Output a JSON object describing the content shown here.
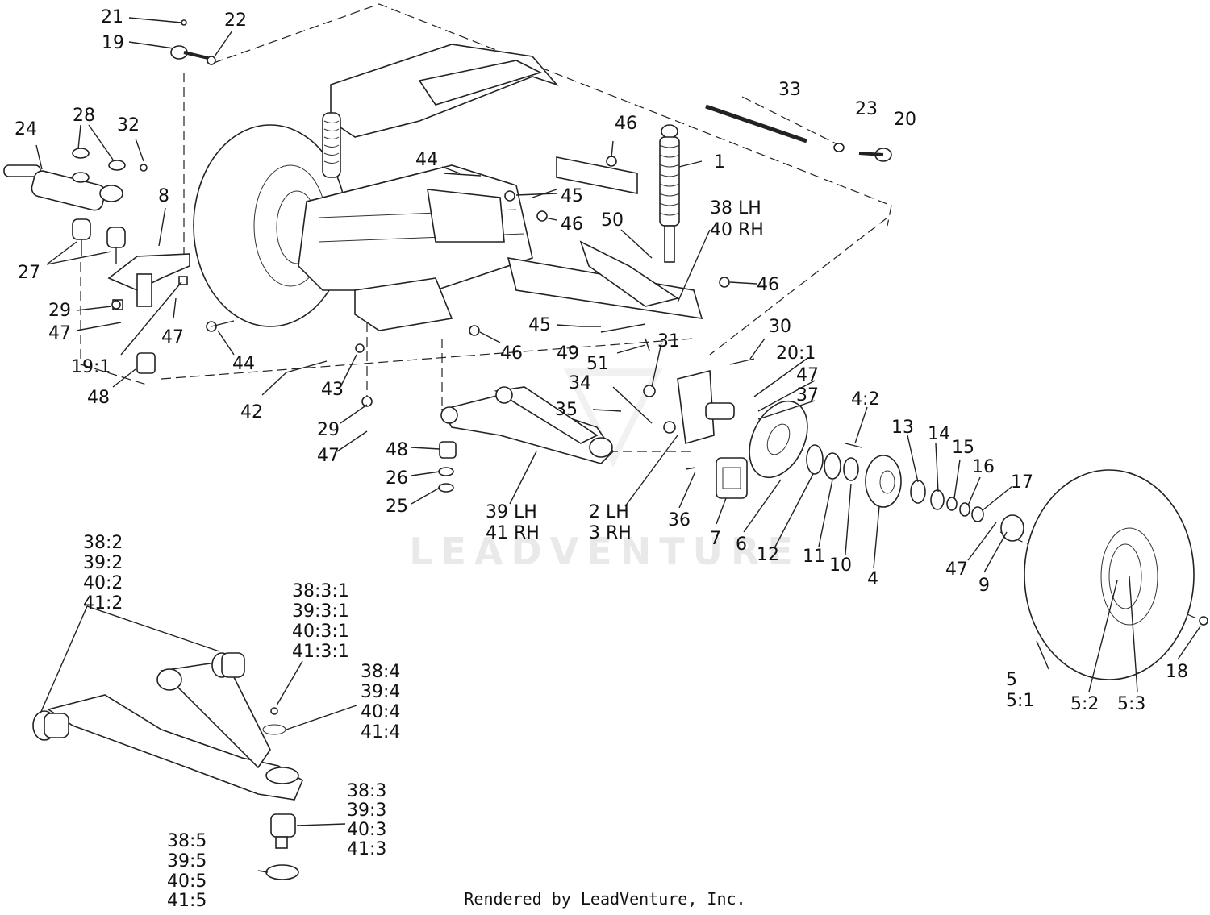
{
  "watermark": "LEADVENTURE",
  "footer": "Rendered by LeadVenture, Inc.",
  "callouts": {
    "c1": "1",
    "c2lh": "2 LH",
    "c3rh": "3 RH",
    "c4": "4",
    "c4_2": "4:2",
    "c5": "5",
    "c5_1": "5:1",
    "c5_2": "5:2",
    "c5_3": "5:3",
    "c6": "6",
    "c7": "7",
    "c8": "8",
    "c9": "9",
    "c10": "10",
    "c11": "11",
    "c12": "12",
    "c13": "13",
    "c14": "14",
    "c15": "15",
    "c16": "16",
    "c17": "17",
    "c18": "18",
    "c19": "19",
    "c19_1": "19:1",
    "c20": "20",
    "c20_1": "20:1",
    "c21": "21",
    "c22": "22",
    "c23": "23",
    "c24": "24",
    "c25": "25",
    "c26": "26",
    "c27": "27",
    "c28": "28",
    "c29a": "29",
    "c29b": "29",
    "c30": "30",
    "c31": "31",
    "c32": "32",
    "c33": "33",
    "c34": "34",
    "c35": "35",
    "c36": "36",
    "c37": "37",
    "c38lh": "38 LH",
    "c40rh": "40 RH",
    "c39lh": "39 LH",
    "c41rh": "41 RH",
    "c42": "42",
    "c43": "43",
    "c44a": "44",
    "c44b": "44",
    "c45a": "45",
    "c45b": "45",
    "c46a": "46",
    "c46b": "46",
    "c46c": "46",
    "c46d": "46",
    "c47a": "47",
    "c47b": "47",
    "c47c": "47",
    "c47d": "47",
    "c47e": "47",
    "c48a": "48",
    "c48b": "48",
    "c49": "49",
    "c50": "50",
    "c51": "51"
  },
  "detail_groups": {
    "g2": [
      "38:2",
      "39:2",
      "40:2",
      "41:2"
    ],
    "g31": [
      "38:3:1",
      "39:3:1",
      "40:3:1",
      "41:3:1"
    ],
    "g4": [
      "38:4",
      "39:4",
      "40:4",
      "41:4"
    ],
    "g3": [
      "38:3",
      "39:3",
      "40:3",
      "41:3"
    ],
    "g5": [
      "38:5",
      "39:5",
      "40:5",
      "41:5"
    ]
  }
}
